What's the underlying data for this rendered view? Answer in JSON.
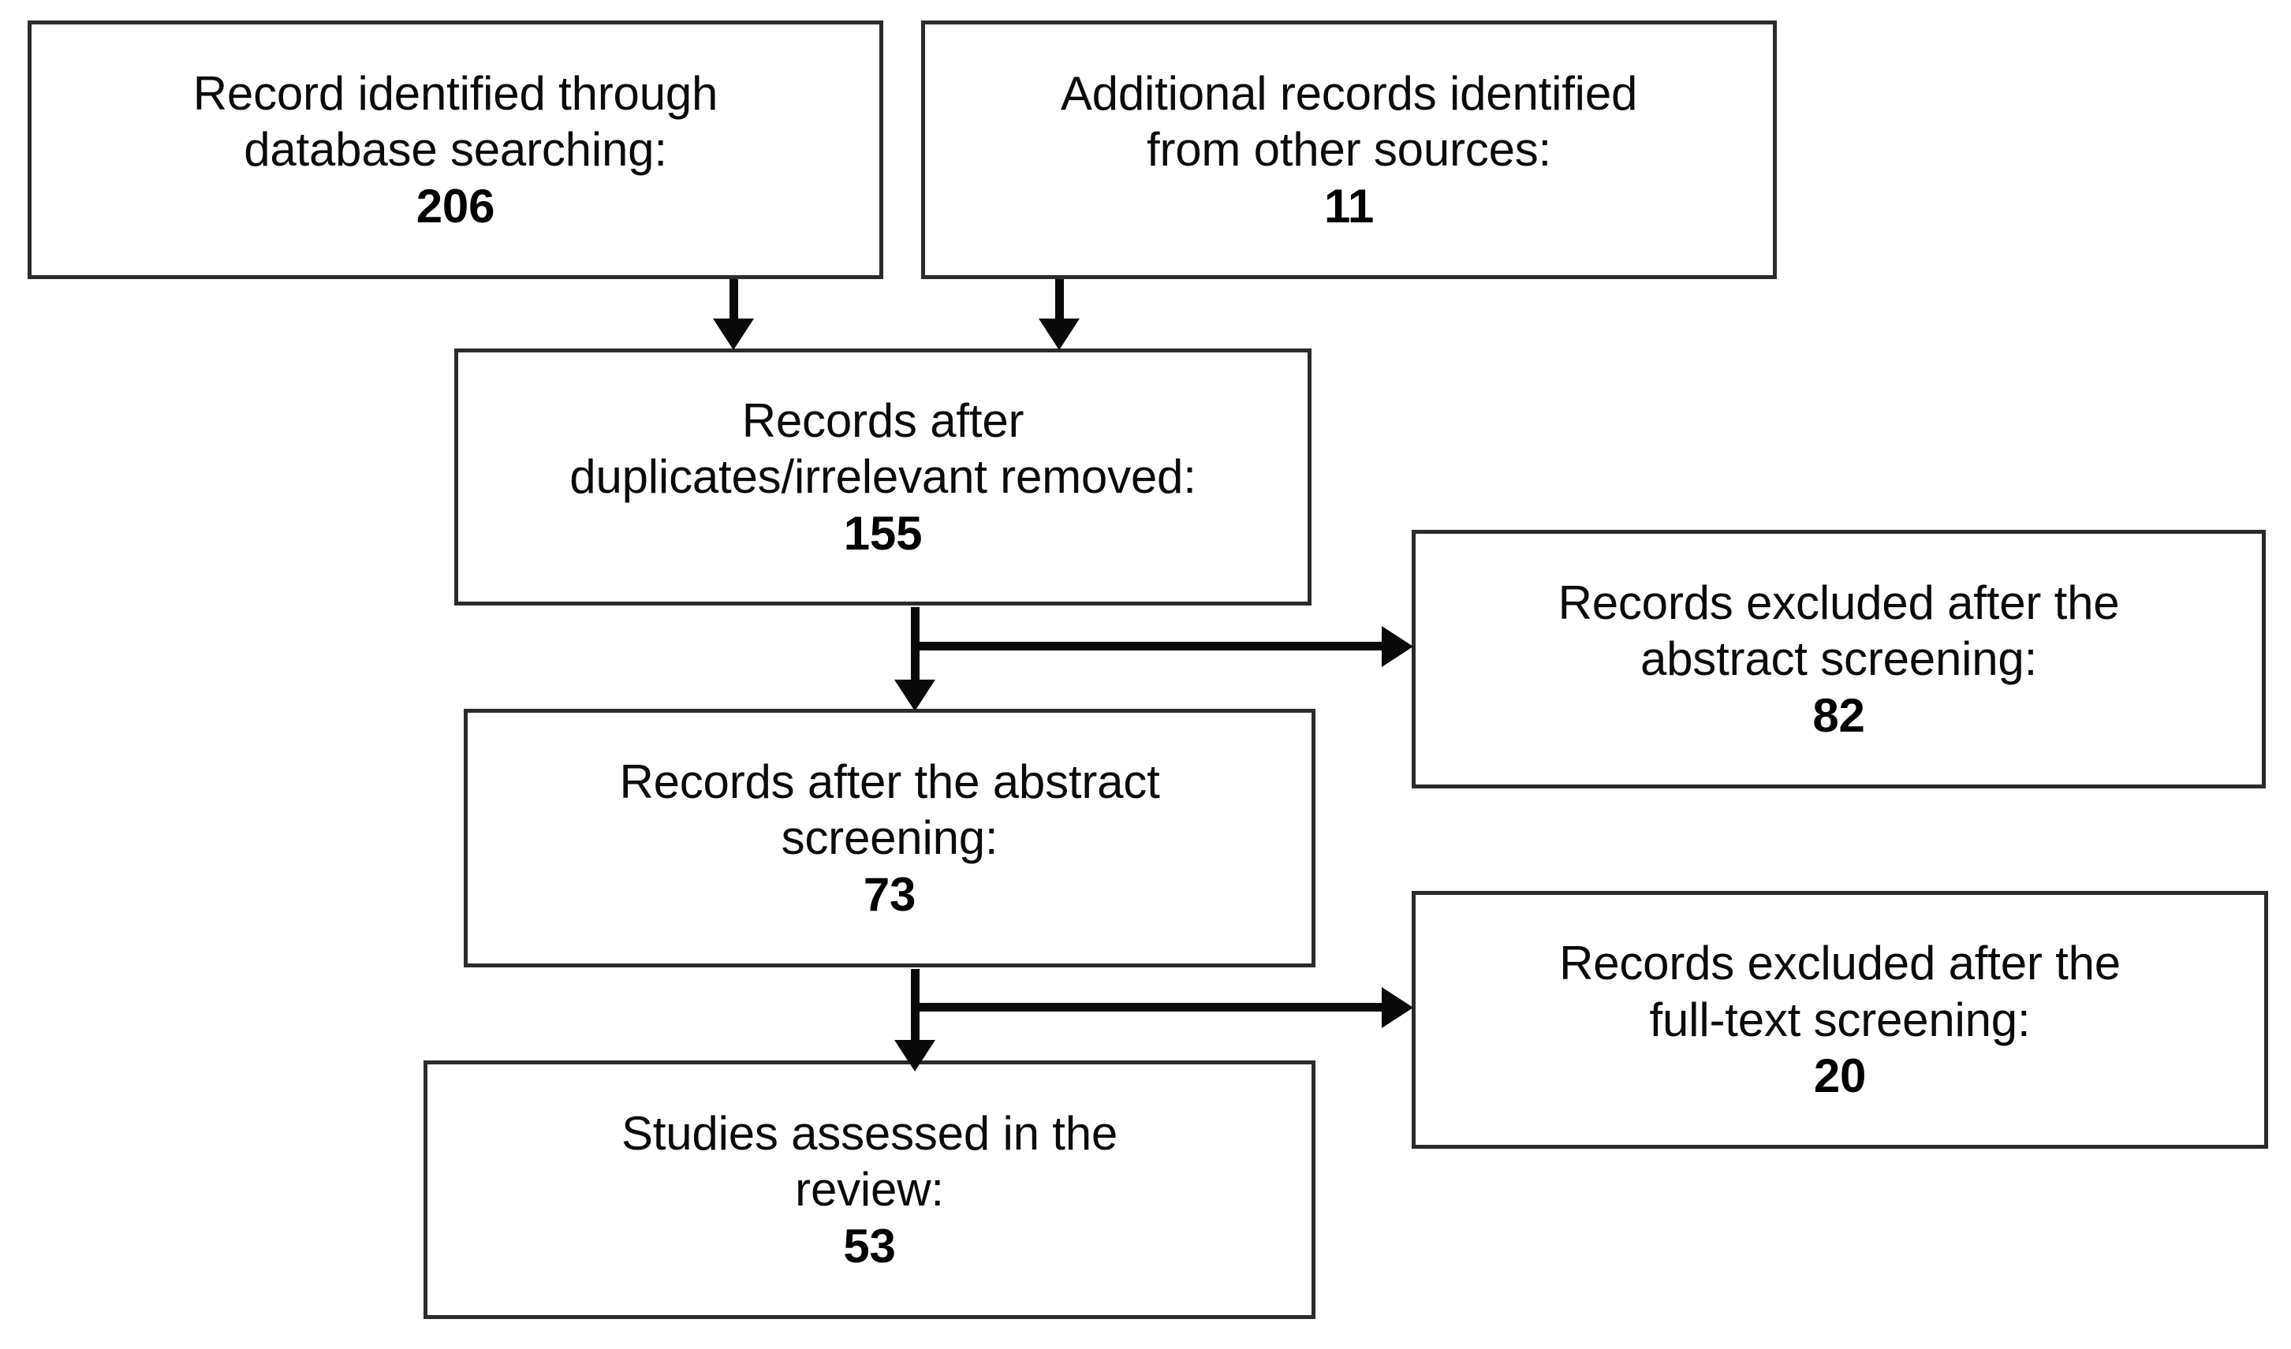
{
  "diagram": {
    "type": "prisma-flow-diagram",
    "orientation": "top-to-bottom",
    "stroke_color": "#2b2b2b",
    "connector_color": "#0a0a0a",
    "background_color": "#ffffff",
    "nodes": [
      {
        "id": "db-records",
        "label": "Record identified through\ndatabase searching:",
        "count": "206"
      },
      {
        "id": "other-records",
        "label": "Additional records identified\nfrom other sources:",
        "count": "11"
      },
      {
        "id": "after-dupes",
        "label": "Records after\nduplicates/irrelevant removed:",
        "count": "155"
      },
      {
        "id": "excl-abstract",
        "label": "Records excluded after the\nabstract screening:",
        "count": "82"
      },
      {
        "id": "after-abstract",
        "label": "Records after the abstract\nscreening:",
        "count": "73"
      },
      {
        "id": "excl-fulltext",
        "label": "Records excluded after the\nfull-text screening:",
        "count": "20"
      },
      {
        "id": "studies",
        "label": "Studies assessed in the\nreview:",
        "count": "53"
      }
    ],
    "connectors": [
      {
        "id": "db-to-dupes",
        "from": "db-records",
        "to": "after-dupes",
        "shape": "vertical-arrow"
      },
      {
        "id": "other-to-dupes",
        "from": "other-records",
        "to": "after-dupes",
        "shape": "vertical-arrow"
      },
      {
        "id": "dupes-split",
        "from": "after-dupes",
        "to": "after-abstract",
        "branch_to": "excl-abstract",
        "shape": "tee-arrow"
      },
      {
        "id": "abstract-split",
        "from": "after-abstract",
        "to": "studies",
        "branch_to": "excl-fulltext",
        "shape": "tee-arrow"
      }
    ]
  }
}
